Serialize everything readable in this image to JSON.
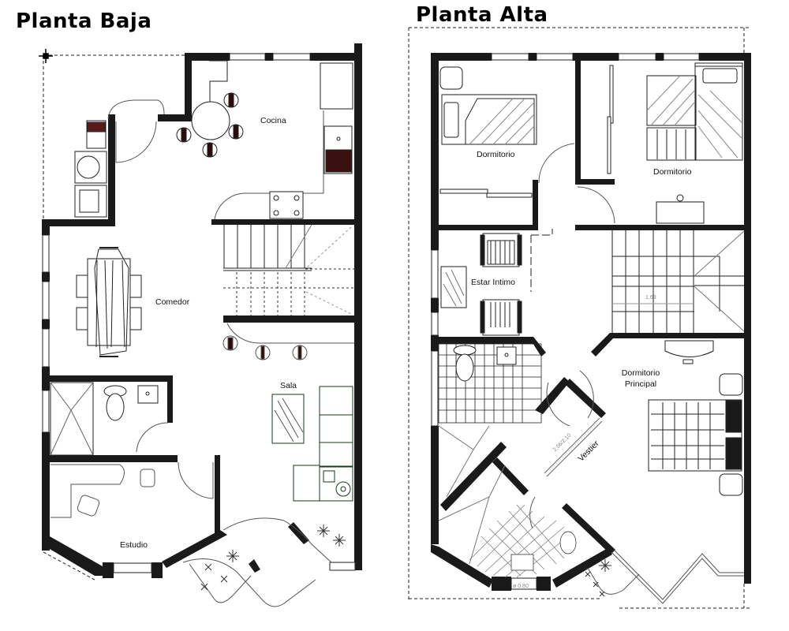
{
  "plans": [
    {
      "title": "Planta Baja",
      "rooms": [
        {
          "label": "Cocina"
        },
        {
          "label": "Comedor"
        },
        {
          "label": "Sala"
        },
        {
          "label": "Estudio"
        }
      ]
    },
    {
      "title": "Planta Alta",
      "rooms": [
        {
          "label": "Dormitorio"
        },
        {
          "label": "Dormitorio"
        },
        {
          "label": "Estar Intimo"
        },
        {
          "label": "Dormitorio Principal"
        },
        {
          "label": "Vestier"
        }
      ],
      "dimensions": {
        "stair_width": "1,68",
        "vestier_door": "2,06/2,10",
        "window": "ø 0.80"
      }
    }
  ],
  "colors": {
    "wall": "#1a1a1a",
    "line": "#222222",
    "thin_line": "#777777",
    "background": "#ffffff"
  }
}
